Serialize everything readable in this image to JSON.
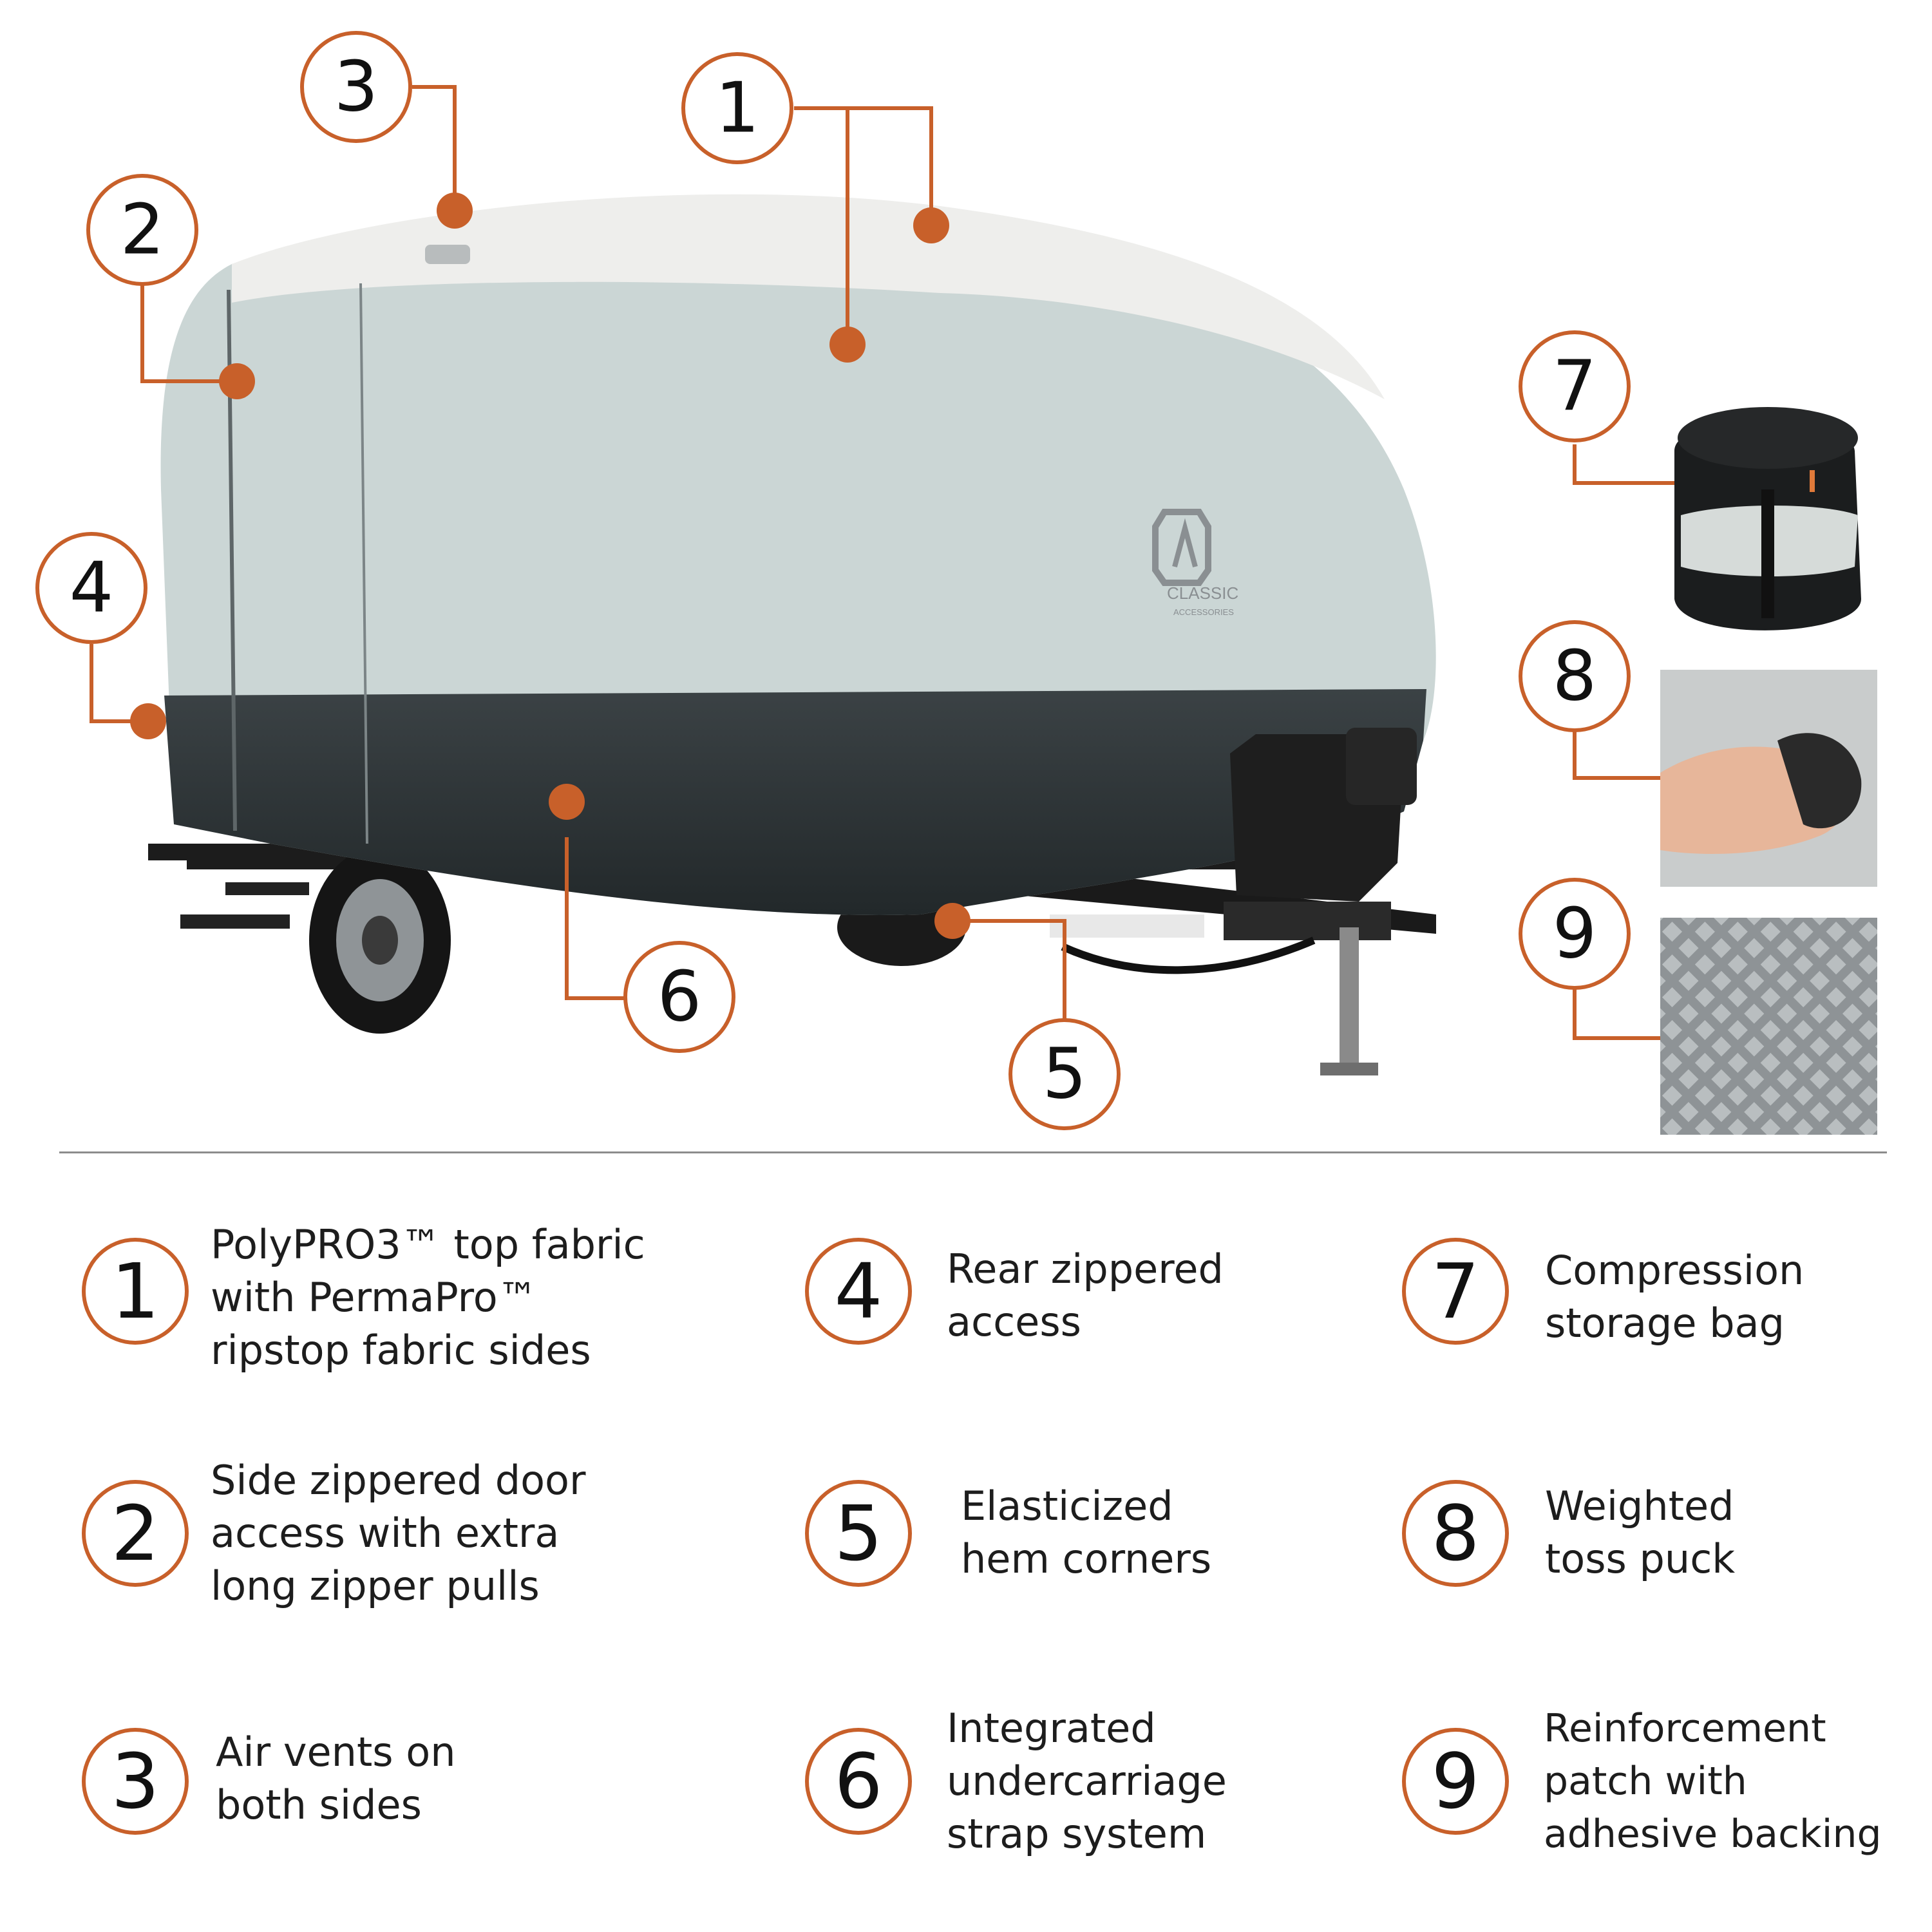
{
  "callouts": [
    "1",
    "2",
    "3",
    "4",
    "5",
    "6",
    "7",
    "8",
    "9"
  ],
  "logo": {
    "line1": "CLASSIC",
    "line2": "ACCESSORIES"
  },
  "colors": {
    "accent": "#c8602a",
    "cover_light": "#cfd9d8",
    "cover_top": "#eeeeec",
    "cover_dark": "#2f3537",
    "text": "#1d1d1d"
  },
  "features": [
    {
      "number": "1",
      "lines": [
        "PolyPRO3™ top fabric",
        "with PermaPro™",
        "ripstop fabric sides"
      ]
    },
    {
      "number": "2",
      "lines": [
        "Side zippered door",
        "access with extra",
        "long zipper pulls"
      ]
    },
    {
      "number": "3",
      "lines": [
        "Air vents on",
        "both sides"
      ]
    },
    {
      "number": "4",
      "lines": [
        "Rear zippered",
        "access"
      ]
    },
    {
      "number": "5",
      "lines": [
        "Elasticized",
        "hem corners"
      ]
    },
    {
      "number": "6",
      "lines": [
        "Integrated",
        "undercarriage",
        "strap system"
      ]
    },
    {
      "number": "7",
      "lines": [
        "Compression",
        "storage bag"
      ]
    },
    {
      "number": "8",
      "lines": [
        "Weighted",
        "toss puck"
      ]
    },
    {
      "number": "9",
      "lines": [
        "Reinforcement",
        "patch with",
        "adhesive backing"
      ]
    }
  ]
}
